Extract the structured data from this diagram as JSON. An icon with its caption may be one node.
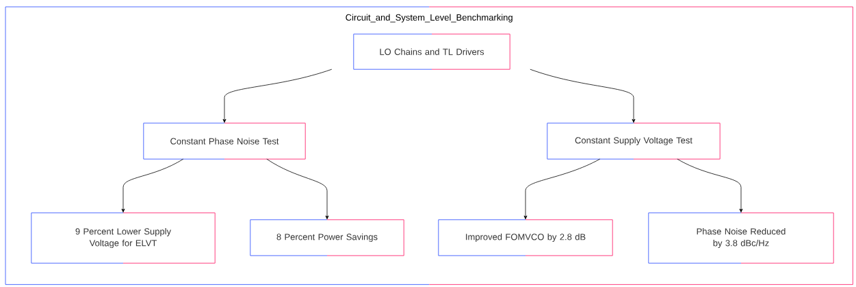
{
  "diagram": {
    "nodes": [
      {
        "text": [
          "Circuit_and_System_Level_Benchmarking"
        ]
      },
      {
        "text": [
          "LO Chains and TL Drivers"
        ],
        "in": 0
      },
      {
        "text": [
          "Constant Phase Noise Test"
        ],
        "in": 0
      },
      {
        "text": [
          "Constant Supply Voltage Test"
        ],
        "in": 0
      },
      {
        "text": [
          "9 Percent Lower Supply Voltage for ELVT"
        ],
        "in": 0
      },
      {
        "text": [
          "8 Percent Power Savings"
        ],
        "in": 0
      },
      {
        "text": [
          "Improved FOMVCO by 2.8 dB"
        ],
        "in": 0
      },
      {
        "text": [
          "Phase Noise Reduced by 3.8 dBc/Hz"
        ],
        "in": 0
      }
    ],
    "edges": [
      {
        "from": 1,
        "to": 2,
        "arrow": "to"
      },
      {
        "from": 1,
        "to": 3,
        "arrow": "to"
      },
      {
        "from": 2,
        "to": 4,
        "arrow": "to"
      },
      {
        "from": 2,
        "to": 5,
        "arrow": "to"
      },
      {
        "from": 3,
        "to": 6,
        "arrow": "to"
      },
      {
        "from": 3,
        "to": 7,
        "arrow": "to"
      }
    ]
  }
}
